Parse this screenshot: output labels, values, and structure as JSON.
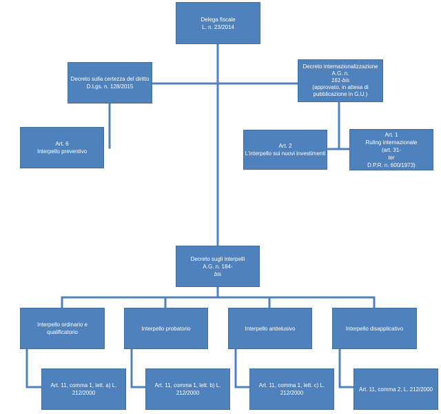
{
  "delega": {
    "line1": "Delega fiscale",
    "line2": "L. n. 23/2014"
  },
  "certezza": {
    "line1": "Decreto sulla certezza del diritto",
    "line2": "D.Lgs. n. 128/2015"
  },
  "art6": {
    "line1": "Art. 6",
    "line2": "Interpello preventivo"
  },
  "internaz": {
    "line1": "Decreto internazionalizzazione",
    "line2_prefix": "A.G. n. ",
    "line2_italic": "161-bis",
    "line3": "(approvato, in attesa di",
    "line4": "pubblicazione in G.U.)"
  },
  "art2": {
    "line1": "Art. 2",
    "line2": "L'interpello sui nuovi investimenti"
  },
  "art1": {
    "line1": "Art. 1",
    "line2": "Ruling internazionale",
    "line3_prefix": "(art. 31-",
    "line3_italic": "ter",
    "line3_suffix": " D.P.R. n. 600/1973)"
  },
  "interpelli": {
    "line1": "Decreto sugli interpelli",
    "line2_prefix": "A.G. n. 184-",
    "line2_italic": "bis"
  },
  "types": [
    {
      "line1": "Interpello ordinario e",
      "line2": "qualificatorio"
    },
    {
      "line1": "Interpello probatorio",
      "line2": ""
    },
    {
      "line1": "Interpello antielusivo",
      "line2": ""
    },
    {
      "line1": "Interpello disapplicativo",
      "line2": ""
    }
  ],
  "refs": [
    {
      "line1": "Art. 11, comma 1, lett. a) L.",
      "line2": "212/2000"
    },
    {
      "line1": "Art. 11, comma 1, lett. b) L.",
      "line2": "212/2000"
    },
    {
      "line1": "Art. 11, comma 1, lett. c) L.",
      "line2": "212/2000"
    },
    {
      "line1": "Art. 11, comma 2,  L. 212/2000",
      "line2": ""
    }
  ]
}
